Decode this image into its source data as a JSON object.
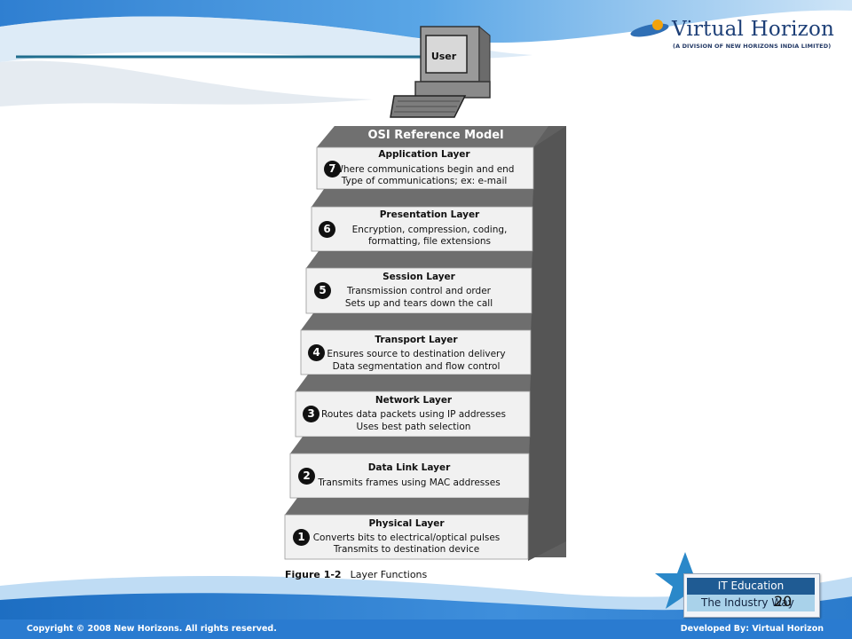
{
  "header": {
    "logo_title": "Virtual Horizon",
    "logo_subtitle": "(A DIVISION OF NEW HORIZONS INDIA LIMITED)"
  },
  "diagram": {
    "user_label": "User",
    "model_title": "OSI Reference Model",
    "layers": [
      {
        "number": "7",
        "name": "Application Layer",
        "lines": [
          "Where communications begin and end",
          "Type of communications; ex: e-mail"
        ]
      },
      {
        "number": "6",
        "name": "Presentation Layer",
        "lines": [
          "Encryption, compression, coding,",
          "formatting, file extensions"
        ]
      },
      {
        "number": "5",
        "name": "Session Layer",
        "lines": [
          "Transmission control and order",
          "Sets up and tears down the call"
        ]
      },
      {
        "number": "4",
        "name": "Transport Layer",
        "lines": [
          "Ensures source to destination delivery",
          "Data segmentation and flow control"
        ]
      },
      {
        "number": "3",
        "name": "Network Layer",
        "lines": [
          "Routes data packets using IP addresses",
          "Uses best path selection"
        ]
      },
      {
        "number": "2",
        "name": "Data Link Layer",
        "lines": [
          "Transmits frames using MAC addresses"
        ]
      },
      {
        "number": "1",
        "name": "Physical Layer",
        "lines": [
          "Converts bits to electrical/optical pulses",
          "Transmits to destination device"
        ]
      }
    ],
    "figure_label": "Figure 1-2",
    "figure_caption": "Layer Functions"
  },
  "badge": {
    "line1": "IT Education",
    "line2": "The Industry Way"
  },
  "page_number": "20",
  "footer": {
    "left": "Copyright © 2008 New Horizons. All rights reserved.",
    "right": "Developed By: Virtual Horizon"
  },
  "colors": {
    "header_blue": "#3b8fd9",
    "footer_blue": "#1f73c4",
    "stair_face": "#f1f1f1",
    "stair_side": "#5c5c5c",
    "stair_top": "#6e6e6e"
  }
}
